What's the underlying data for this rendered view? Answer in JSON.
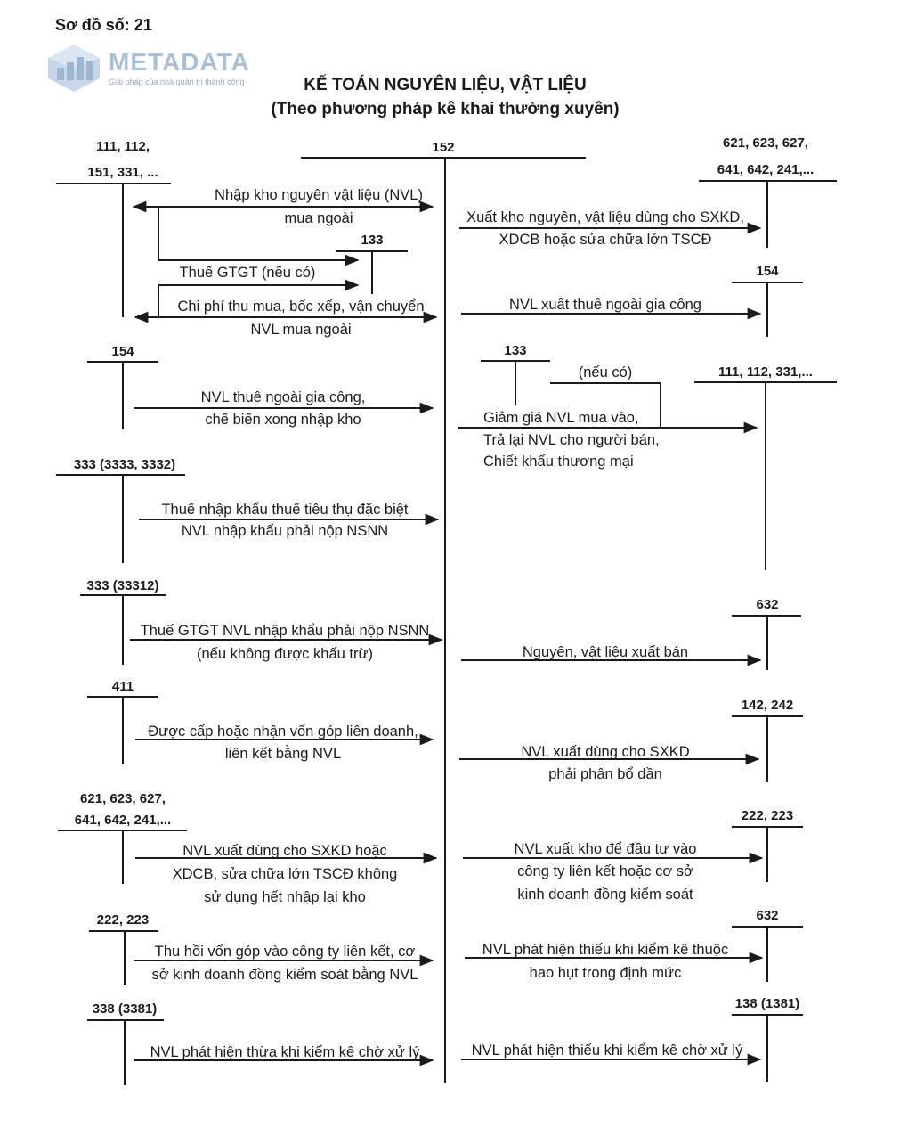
{
  "header": {
    "diagram_no": "Sơ đồ số: 21"
  },
  "watermark": {
    "brand": "METADATA",
    "tagline": "Giải pháp của nhà quản trị thành công",
    "color": "#a9bfd8"
  },
  "title": {
    "line1": "KẾ TOÁN NGUYÊN LIỆU, VẬT LIỆU",
    "line2": "(Theo phương pháp kê khai thường xuyên)"
  },
  "accounts": {
    "center": "152",
    "l1_a": "111, 112,",
    "l1_b": "151, 331, ...",
    "l_154": "154",
    "l_333a": "333 (3333, 3332)",
    "l_333b": "333 (33312)",
    "l_411": "411",
    "l_621_a": "621, 623, 627,",
    "l_621_b": "641, 642, 241,...",
    "l_222": "222, 223",
    "l_338": "338 (3381)",
    "r_621_a": "621, 623, 627,",
    "r_621_b": "641, 642, 241,...",
    "r_154": "154",
    "r_111": "111, 112, 331,...",
    "r_632a": "632",
    "r_142": "142, 242",
    "r_222": "222, 223",
    "r_632b": "632",
    "r_138": "138 (1381)",
    "mid_133a": "133",
    "mid_133b": "133"
  },
  "labels": {
    "l1_a": "Nhập kho nguyên vật liệu (NVL)",
    "l1_b": "mua ngoài",
    "l2": "Thuế GTGT (nếu có)",
    "l3_a": "Chi phí thu mua, bốc xếp, vận chuyển",
    "l3_b": "NVL mua ngoài",
    "l4_a": "NVL thuê ngoài gia công,",
    "l4_b": "chế biến xong nhập kho",
    "l5_a": "Thuế nhập khẩu thuế tiêu thụ đặc biệt",
    "l5_b": "NVL nhập khẩu phải nộp NSNN",
    "l6_a": "Thuế GTGT NVL nhập khẩu phải nộp NSNN",
    "l6_b": "(nếu không được khấu trừ)",
    "l7_a": "Được cấp hoặc nhận vốn góp liên doanh,",
    "l7_b": "liên kết bằng NVL",
    "l8_a": "NVL xuất dùng cho SXKD hoặc",
    "l8_b": "XDCB, sửa chữa  lớn TSCĐ không",
    "l8_c": "sử dụng hết nhập lại kho",
    "l9_a": "Thu hồi vốn góp vào công ty liên kết, cơ",
    "l9_b": "sở kinh doanh đồng kiểm soát bằng NVL",
    "l10": "NVL phát hiện thừa khi kiểm kê chờ xử lý",
    "r1_a": "Xuất kho nguyên, vật liệu dùng cho SXKD,",
    "r1_b": "XDCB hoặc sửa chữa lớn TSCĐ",
    "r2": "NVL xuất thuê ngoài gia công",
    "r3_note": "(nếu có)",
    "r3_a": "Giảm giá NVL mua vào,",
    "r3_b": "Trả lại NVL cho người bán,",
    "r3_c": "Chiết khấu thương mại",
    "r4": "Nguyên, vật liệu xuất bán",
    "r5_a": "NVL xuất dùng cho SXKD",
    "r5_b": "phải phân bổ dần",
    "r6_a": "NVL xuất kho để đầu tư vào",
    "r6_b": "công ty liên kết hoặc cơ sở",
    "r6_c": "kinh doanh đồng kiểm soát",
    "r7_a": "NVL phát hiện thiếu khi kiểm kê thuộc",
    "r7_b": "hao hụt trong định mức",
    "r8": "NVL phát hiện thiếu khi kiểm kê chờ xử lý"
  }
}
